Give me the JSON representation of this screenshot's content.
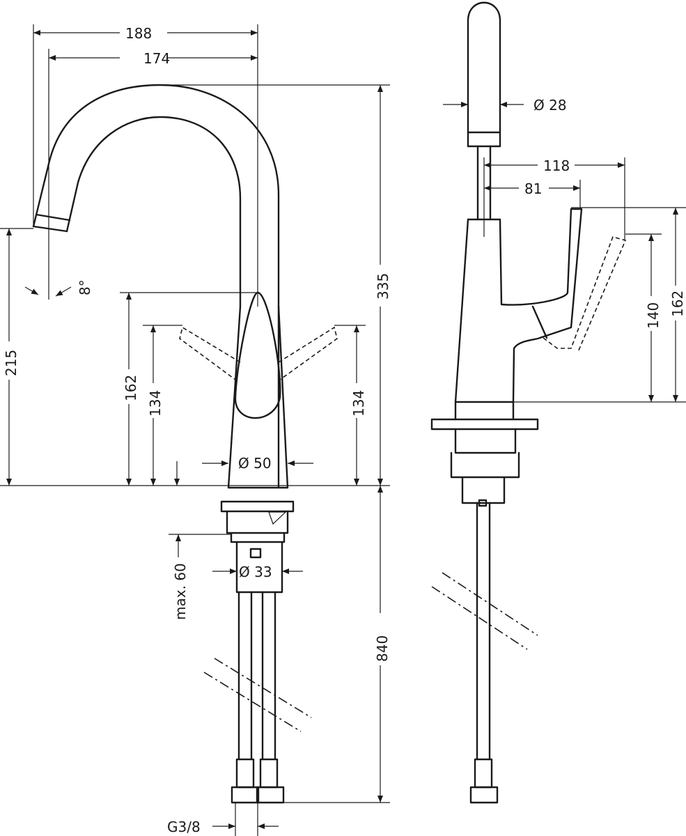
{
  "front_view": {
    "dimensions": {
      "width_188": "188",
      "width_174": "174",
      "height_335": "335",
      "height_215": "215",
      "angle_8": "8°",
      "height_162": "162",
      "height_134_left": "134",
      "height_134_right": "134",
      "diameter_50": "Ø 50",
      "max_60": "max. 60",
      "diameter_33": "Ø 33",
      "length_840": "840",
      "thread": "G3/8"
    }
  },
  "side_view": {
    "dimensions": {
      "diameter_28": "Ø 28",
      "reach_118": "118",
      "reach_81": "81",
      "height_140": "140",
      "height_162": "162"
    }
  }
}
